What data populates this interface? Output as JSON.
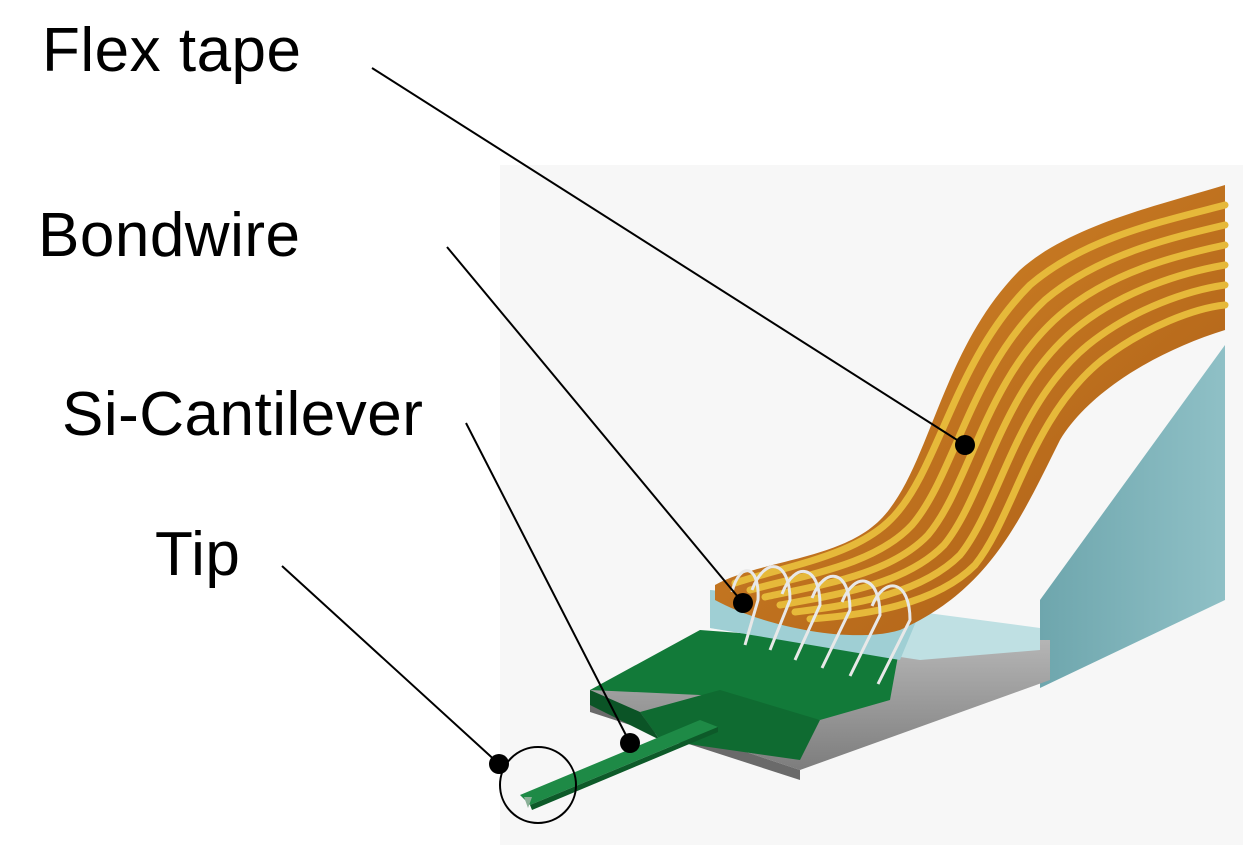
{
  "labels": {
    "flex_tape": "Flex tape",
    "bondwire": "Bondwire",
    "si_cantilever": "Si-Cantilever",
    "tip": "Tip"
  },
  "colors": {
    "flex_tape_base": "#c8731c",
    "flex_tape_stripe": "#e2b431",
    "pcb_green": "#127a39",
    "cantilever_green": "#1e8a46",
    "holder_teal": "#7fb3b9",
    "holder_light": "#a9d0d4",
    "base_gray": "#9a9a9a",
    "leader_line": "#000000"
  }
}
